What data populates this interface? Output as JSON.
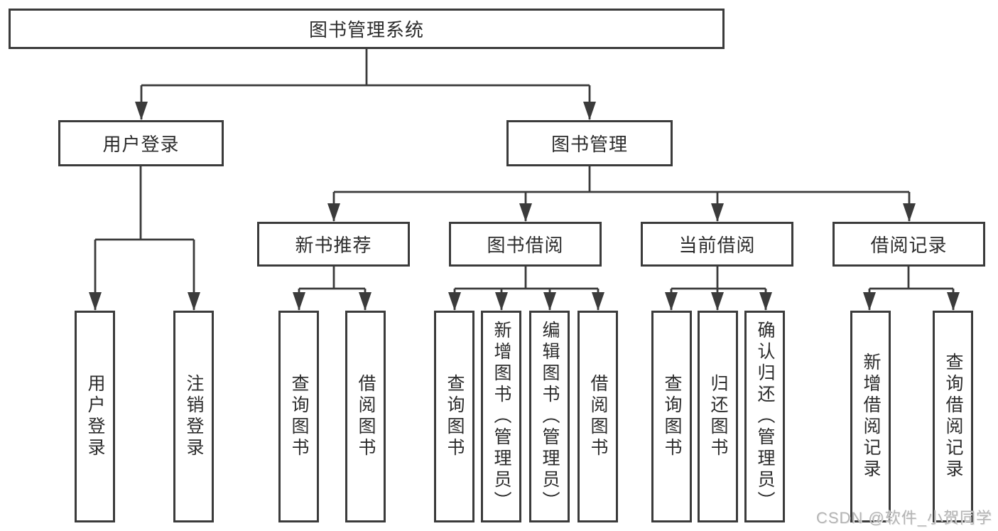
{
  "colors": {
    "line": "#3b3b3b",
    "box_border": "#3b3b3b",
    "box_fill": "#ffffff",
    "text": "#2c2c2c",
    "watermark": "#b4b4b4",
    "background": "#ffffff"
  },
  "root": {
    "label": "图书管理系统"
  },
  "branches": [
    {
      "label": "用户登录",
      "leaves": [
        {
          "label": "用户登录"
        },
        {
          "label": "注销登录"
        }
      ]
    },
    {
      "label": "图书管理",
      "sections": [
        {
          "label": "新书推荐",
          "leaves": [
            {
              "label": "查询图书"
            },
            {
              "label": "借阅图书"
            }
          ]
        },
        {
          "label": "图书借阅",
          "leaves": [
            {
              "label": "查询图书"
            },
            {
              "label": "新增图书（管理员）"
            },
            {
              "label": "编辑图书（管理员）"
            },
            {
              "label": "借阅图书"
            }
          ]
        },
        {
          "label": "当前借阅",
          "leaves": [
            {
              "label": "查询图书"
            },
            {
              "label": "归还图书"
            },
            {
              "label": "确认归还（管理员）"
            }
          ]
        },
        {
          "label": "借阅记录",
          "leaves": [
            {
              "label": "新增借阅记录"
            },
            {
              "label": "查询借阅记录"
            }
          ]
        }
      ]
    }
  ],
  "watermark": {
    "text": "CSDN @软件_小贺同学"
  }
}
